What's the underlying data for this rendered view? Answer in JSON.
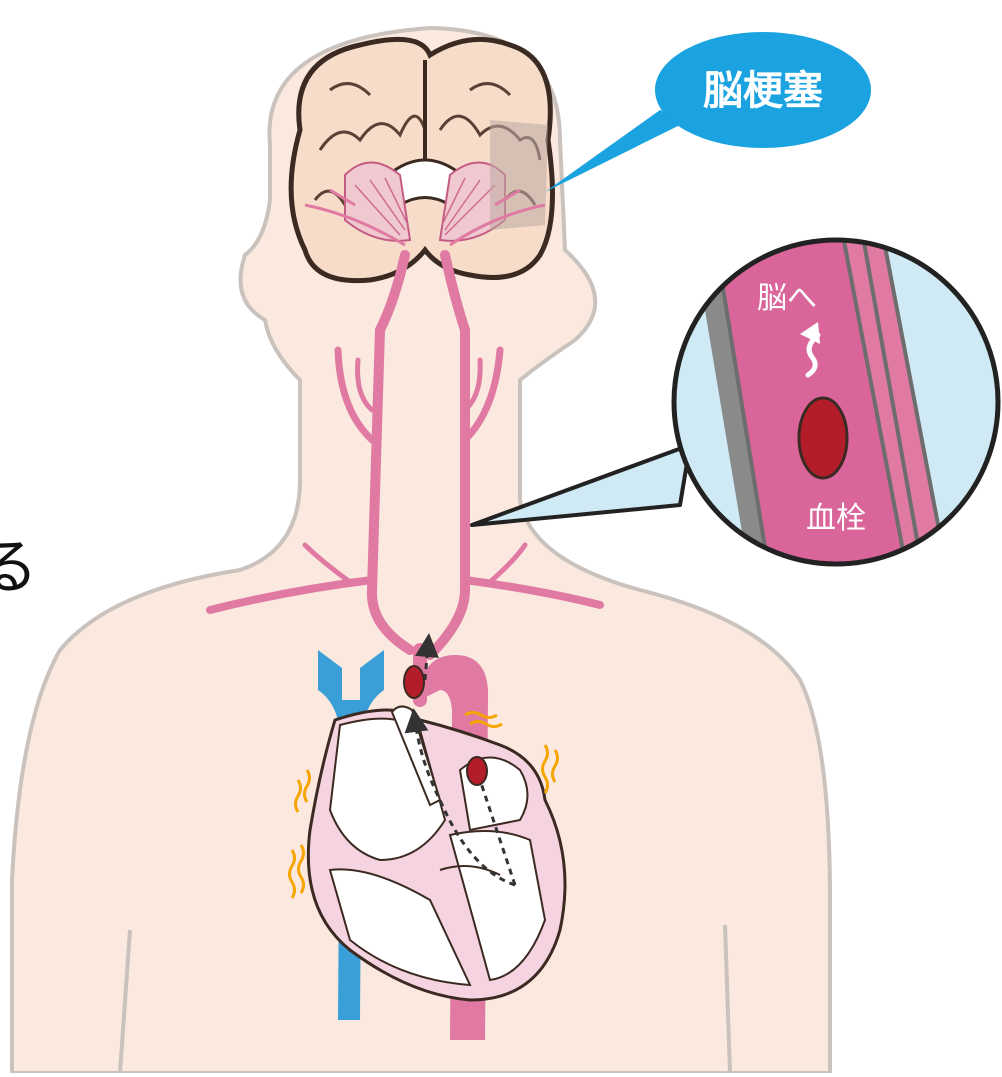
{
  "labels": {
    "cut_off_text": "る",
    "infarction_label": "脳梗塞",
    "to_brain_label": "脳へ",
    "embolus_label": "血栓"
  },
  "colors": {
    "skin": "#fbe9df",
    "skin_outline": "#c9c2bd",
    "artery": "#e07aa3",
    "vein": "#3a9fd6",
    "embolus": "#b31d2a",
    "callout_bubble": "#1aa3e0",
    "zoom_background": "#cfe9f5",
    "heart_outline": "#f3c6d6",
    "vibration": "#f5a400"
  },
  "icons": {
    "brain": "brain-section-icon",
    "heart": "heart-section-icon"
  }
}
